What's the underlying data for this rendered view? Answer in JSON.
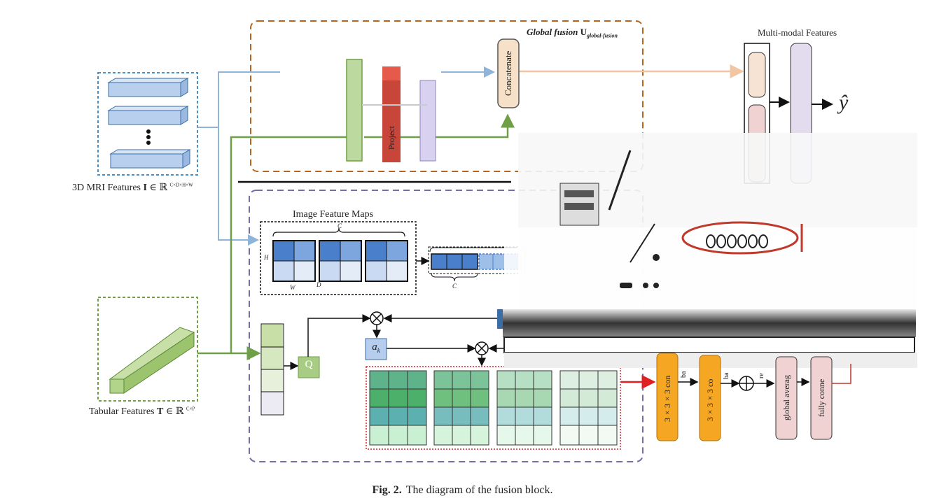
{
  "caption": {
    "label": "Fig. 2.",
    "text": "The diagram of the fusion block."
  },
  "global_fusion": {
    "title": "Global fusion",
    "symbol": "U",
    "subscript": "global-fusion"
  },
  "mri": {
    "label": "3D MRI Features",
    "symbol": "I",
    "set": "ℝ",
    "dims": "C×D×H×W"
  },
  "tabular": {
    "label": "Tabular Features",
    "symbol": "T",
    "set": "ℝ",
    "dims": "C×P"
  },
  "image_maps": {
    "title": "Image Feature Maps",
    "c": "C",
    "h": "H",
    "w": "W",
    "d": "D",
    "c2": "C"
  },
  "blocks": {
    "concatenate": "Concatenate",
    "project": "Project",
    "q": "Q",
    "ak": "a",
    "ak_sub": "k",
    "conv1": "3×3×3 con",
    "conv2": "3×3×3 co",
    "gap": "global averag",
    "fc": "fully conne",
    "ba1": "ba",
    "ba2": "ba",
    "re": "re"
  },
  "multimodal": {
    "title": "Multi-modal Features",
    "output": "ŷ"
  },
  "colors": {
    "blue_line": "#8fb4d9",
    "green_line": "#6fa047",
    "orange_dash": "#b5651d",
    "purple_dash": "#7a6aa8",
    "peach_line": "#f3c6a3",
    "red_arrow": "#e02020",
    "conv_orange": "#f5a623"
  }
}
